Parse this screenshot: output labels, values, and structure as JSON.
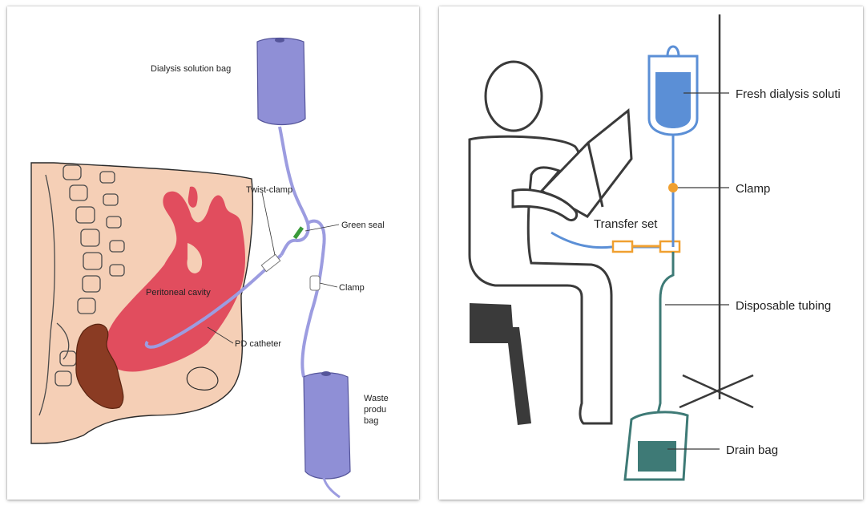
{
  "left_diagram": {
    "labels": {
      "dialysis_bag": "Dialysis solution bag",
      "twist_clamp": "Twist-clamp",
      "green_seal": "Green seal",
      "clamp": "Clamp",
      "peritoneal_cavity": "Peritoneal cavity",
      "pd_catheter": "PD catheter",
      "waste_bag_line1": "Waste",
      "waste_bag_line2": "produ",
      "waste_bag_line3": "bag"
    },
    "colors": {
      "skin": "#f5cfb6",
      "cavity": "#e14d5e",
      "colon": "#8a3b23",
      "bag": "#8f8fd6",
      "tube": "#9c9ce0",
      "seal": "#3a9a3a"
    }
  },
  "right_diagram": {
    "labels": {
      "fresh_solution": "Fresh dialysis soluti",
      "clamp": "Clamp",
      "transfer_set": "Transfer set",
      "disposable_tubing": "Disposable tubing",
      "drain_bag": "Drain bag"
    },
    "colors": {
      "fresh_fluid": "#5b8fd6",
      "fresh_outline": "#5b8fd6",
      "clamp_dot": "#f0a030",
      "transfer_connector": "#f0a030",
      "drain_fluid": "#3e7a76",
      "drain_outline": "#3e7a76",
      "person_outline": "#3a3a3a",
      "chair": "#3a3a3a"
    }
  }
}
